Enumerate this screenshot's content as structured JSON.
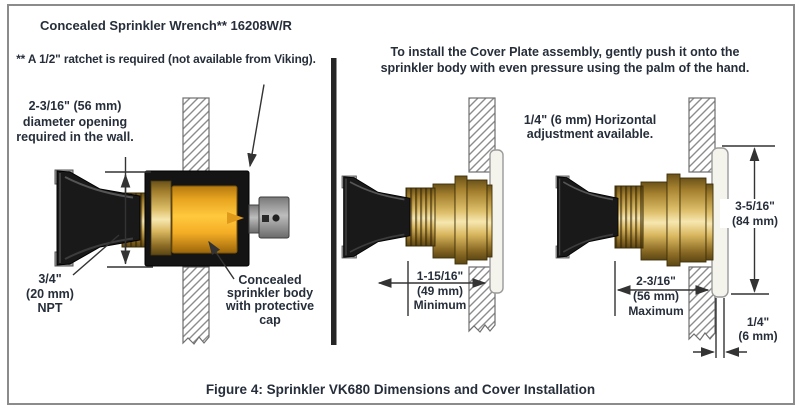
{
  "figure": {
    "caption": "Figure 4:  Sprinkler VK680 Dimensions and Cover Installation"
  },
  "left_panel": {
    "wrench_note_title": "Concealed Sprinkler Wrench** 16208W/R",
    "wrench_note_sub": "** A 1/2\" ratchet is required (not available from Viking).",
    "wall_opening_label": "2-3/16\" (56 mm)\ndiameter opening\nrequired in the wall.",
    "npt_label": "3/4\"\n(20 mm)\nNPT",
    "body_label": "Concealed\nsprinkler body\nwith protective\ncap"
  },
  "right_panel": {
    "install_note": "To install the Cover Plate assembly, gently push it onto the\nsprinkler body with even pressure using the palm of the hand.",
    "adjustment_label": "1/4\" (6 mm) Horizontal\nadjustment available.",
    "min_depth_dim": "1-15/16\"\n(49 mm)\nMinimum",
    "max_depth_dim": "2-3/16\"\n(56 mm)\nMaximum",
    "plate_height_dim": "3-5/16\"\n(84 mm)",
    "gap_dim": "1/4\"\n(6 mm)"
  },
  "colors": {
    "text": "#262e3a",
    "brass": "#d8b863",
    "cap_yellow": "#ffc53d",
    "line": "#333333",
    "frame_border": "#8b8b8b"
  }
}
